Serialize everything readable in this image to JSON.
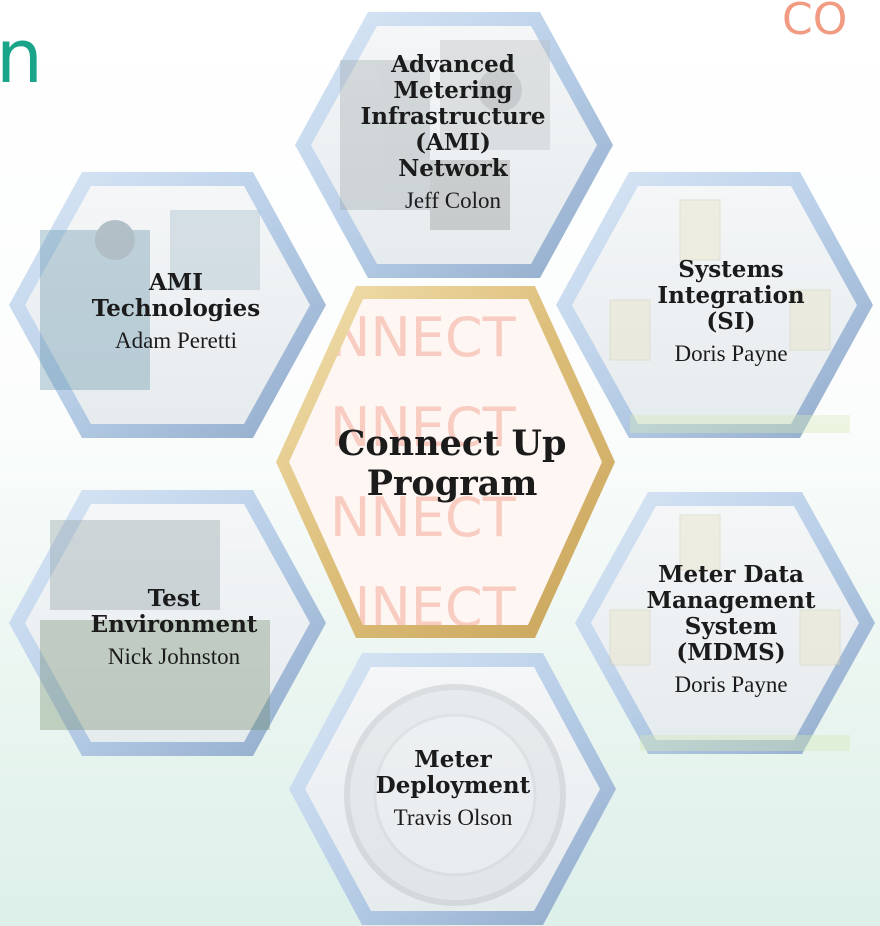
{
  "header": {
    "partial_title_char": "n"
  },
  "logo": {
    "fragment_text": "CO"
  },
  "center": {
    "title_line1": "Connect Up",
    "title_line2": "Program",
    "watermark_text": "NNECT"
  },
  "nodes": [
    {
      "id": "ami-network",
      "title_lines": [
        "Advanced",
        "Metering",
        "Infrastructure",
        "(AMI)",
        "Network"
      ],
      "person": "Jeff Colon"
    },
    {
      "id": "ami-technologies",
      "title_lines": [
        "AMI",
        "Technologies"
      ],
      "person": "Adam Peretti"
    },
    {
      "id": "systems-integration",
      "title_lines": [
        "Systems",
        "Integration",
        "(SI)"
      ],
      "person": "Doris Payne"
    },
    {
      "id": "test-environment",
      "title_lines": [
        "Test",
        "Environment"
      ],
      "person": "Nick Johnston"
    },
    {
      "id": "mdms",
      "title_lines": [
        "Meter Data",
        "Management",
        "System",
        "(MDMS)"
      ],
      "person": "Doris Payne"
    },
    {
      "id": "meter-deployment",
      "title_lines": [
        "Meter",
        "Deployment"
      ],
      "person": "Travis Olson"
    }
  ],
  "colors": {
    "hex_frame": "#b9cfe8",
    "hex_frame_shadow": "#9fb8d6",
    "center_frame": "#e3c98b",
    "accent_green": "#1aa58a",
    "watermark_orange": "#f08a6e"
  }
}
